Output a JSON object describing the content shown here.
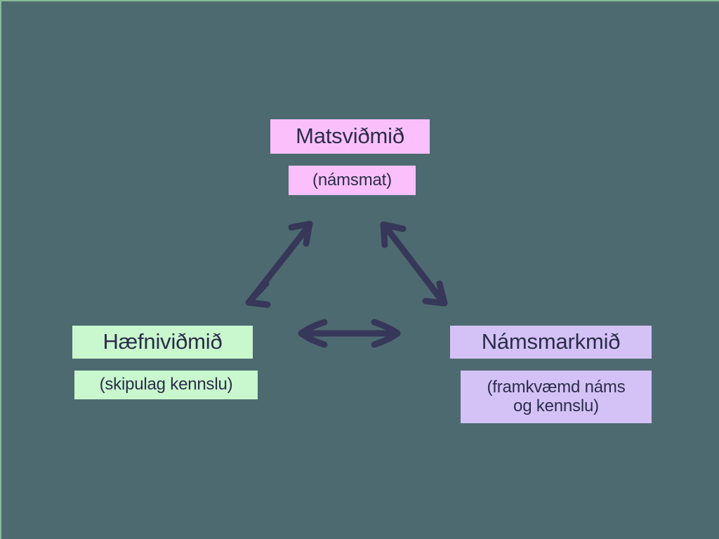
{
  "slide": {
    "background_color": "#4d6a70",
    "edge_color": "#87bb96",
    "text_color": "#2b2d4a",
    "arrow_color": "#37375a"
  },
  "nodes": {
    "assessment": {
      "title": "Matsviðmið",
      "subtitle": "(námsmat)",
      "color": "#fbc0fb",
      "position": "top"
    },
    "competence": {
      "title": "Hæfniviðmið",
      "subtitle": "(skipulag kennslu)",
      "color": "#c9f7ce",
      "position": "bottom-left"
    },
    "objectives": {
      "title": "Námsmarkmið",
      "subtitle_line1": "(framkvæmd náms",
      "subtitle_line2": "og kennslu)",
      "color": "#d4c2f7",
      "position": "bottom-right"
    }
  },
  "connectors": [
    {
      "name": "competence-assessment",
      "from": "competence",
      "to": "assessment",
      "style": "double-headed",
      "orientation": "diagonal-up-right"
    },
    {
      "name": "assessment-objectives",
      "from": "assessment",
      "to": "objectives",
      "style": "double-headed",
      "orientation": "diagonal-down-right"
    },
    {
      "name": "competence-objectives",
      "from": "competence",
      "to": "objectives",
      "style": "double-headed",
      "orientation": "horizontal"
    }
  ]
}
